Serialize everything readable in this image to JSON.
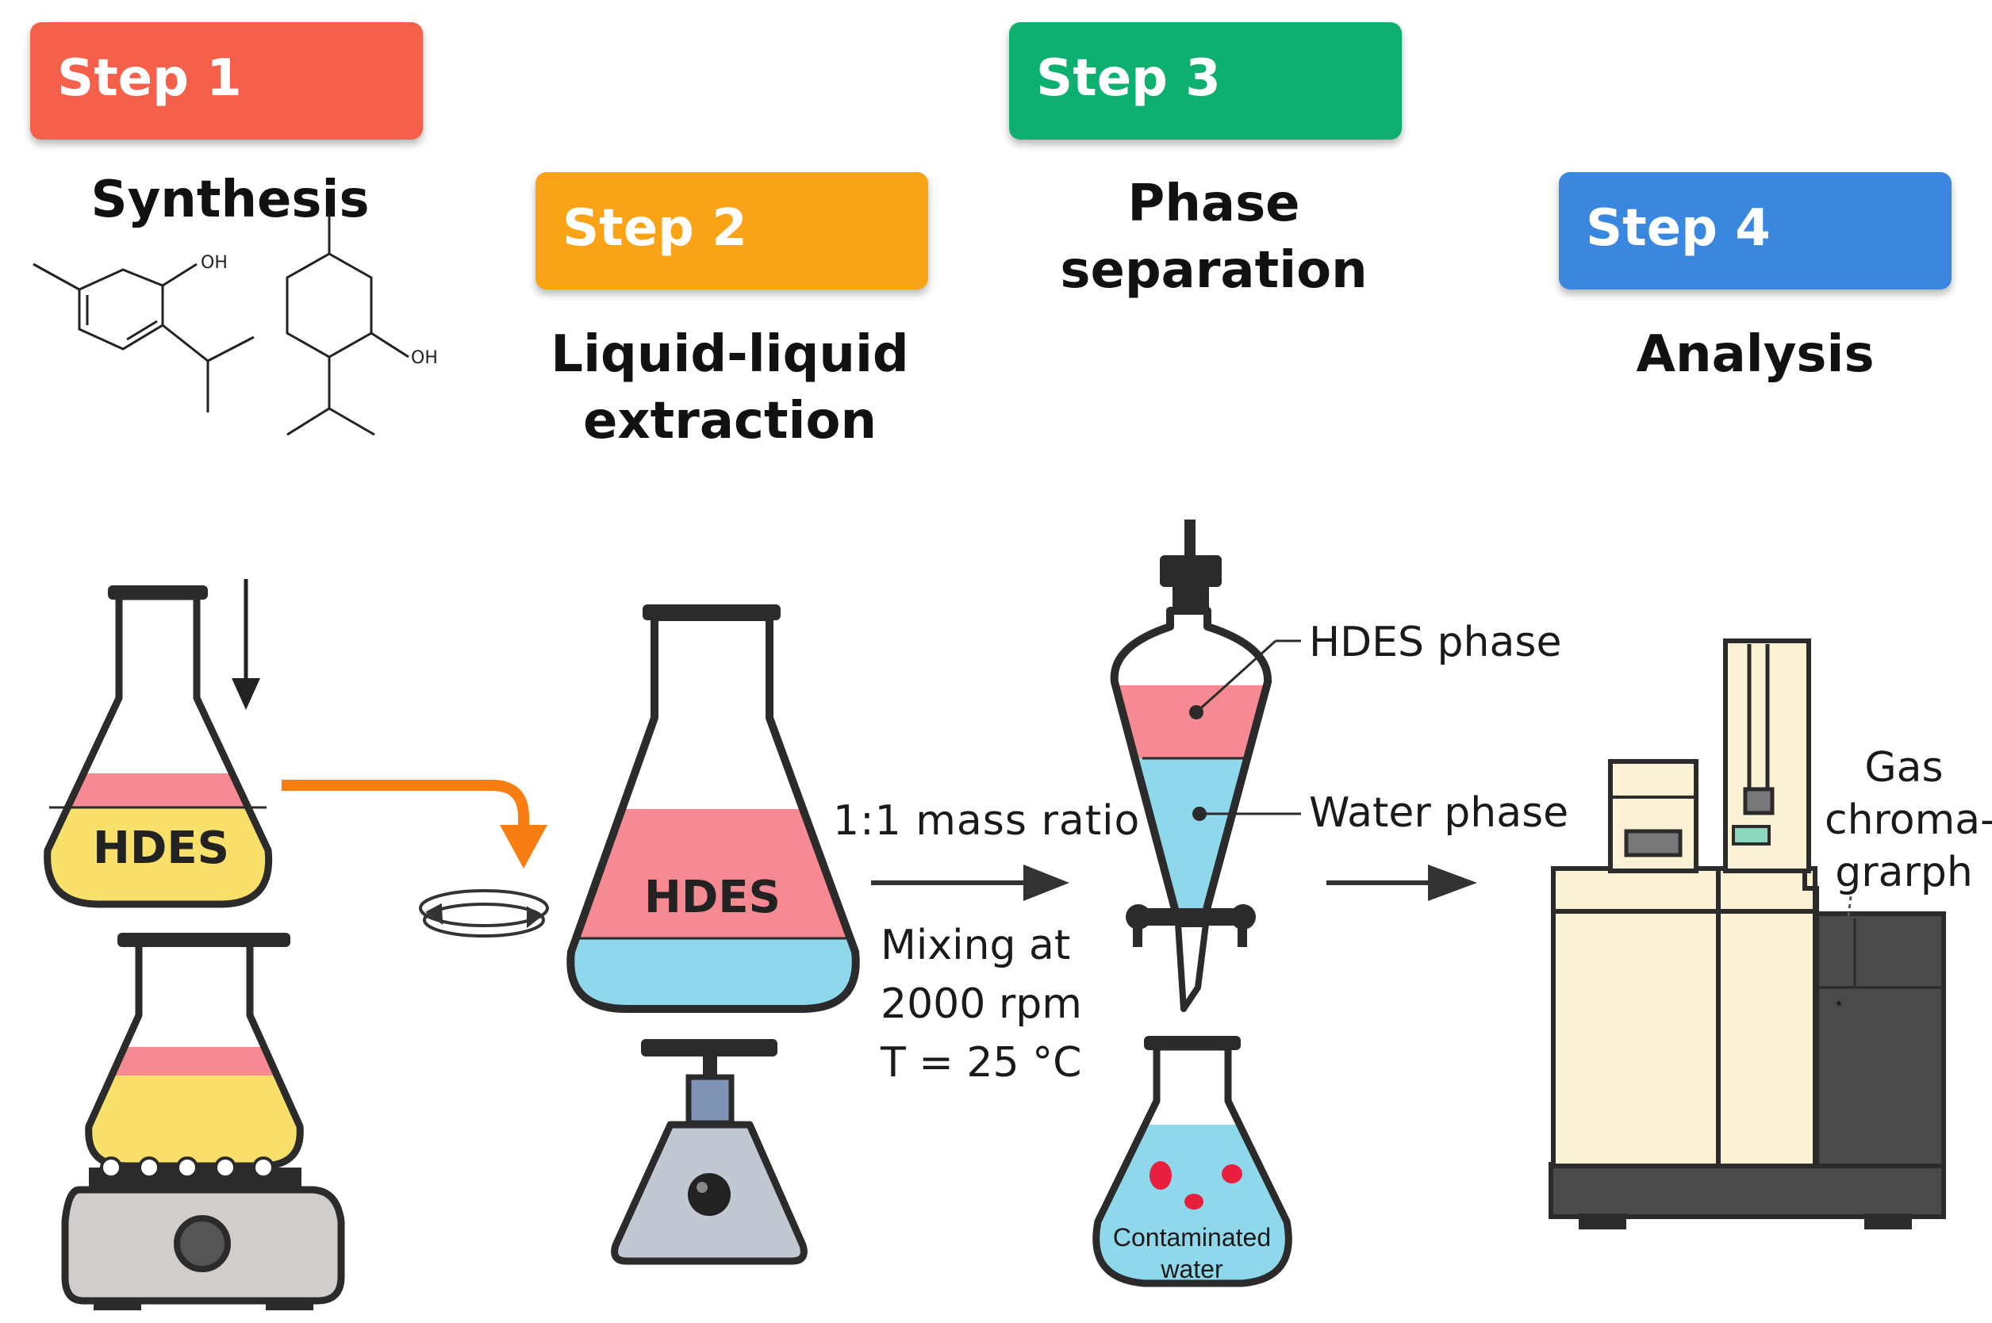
{
  "steps": [
    {
      "label": "Step 1",
      "title": "Synthesis",
      "color": "#f5604a"
    },
    {
      "label": "Step 2",
      "title_line1": "Liquid-liquid",
      "title_line2": "extraction",
      "color": "#faa316"
    },
    {
      "label": "Step 3",
      "title_line1": "Phase",
      "title_line2": "separation",
      "color": "#0eb06f"
    },
    {
      "label": "Step 4",
      "title": "Analysis",
      "color": "#3a87e0"
    }
  ],
  "molecules": {
    "oh_label_1": "OH",
    "oh_label_2": "OH"
  },
  "flask_labels": {
    "synthesis": "HDES",
    "extraction": "HDES"
  },
  "conditions": {
    "ratio": "1:1 mass ratio",
    "mixing_line1": "Mixing at",
    "mixing_line2": "2000 rpm",
    "temperature": "T = 25 °C"
  },
  "funnel_labels": {
    "top": "HDES phase",
    "bottom": "Water phase"
  },
  "receiver_label": {
    "line1": "Contaminated",
    "line2": "water"
  },
  "instrument_label": {
    "line1": "Gas",
    "line2": "chroma-",
    "line3": "grarph"
  },
  "colors": {
    "hdes_pink": "#f58a92",
    "hdes_yellow": "#f8e06a",
    "water_blue": "#8fd7ea",
    "arrow_orange": "#f97e12",
    "outline": "#2b2b2b",
    "instrument_cream": "#fbf2d6",
    "instrument_dark": "#4a4a4a"
  }
}
